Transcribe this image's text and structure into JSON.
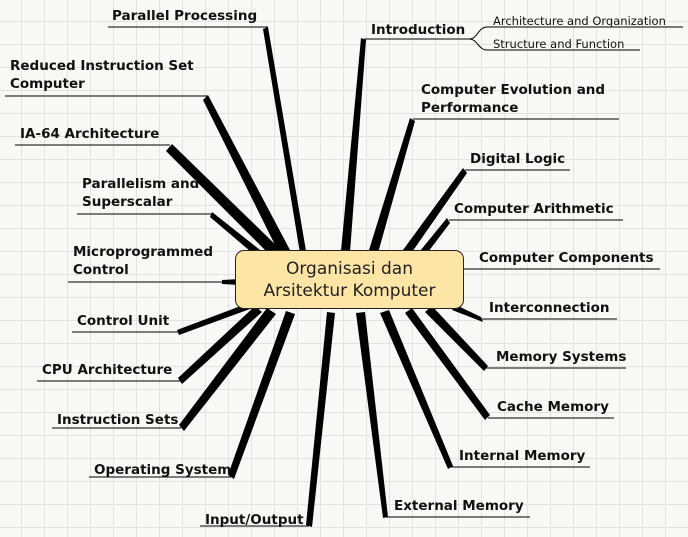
{
  "central_topic": {
    "line1": "Organisasi dan",
    "line2": "Arsitektur Komputer"
  },
  "topics": {
    "parallel_processing": "Parallel Processing",
    "risc_line1": "Reduced Instruction Set",
    "risc_line2": "Computer",
    "ia64": "IA-64 Architecture",
    "parallelism_line1": "Parallelism and",
    "parallelism_line2": "Superscalar",
    "micro_line1": "Microprogrammed",
    "micro_line2": "Control",
    "control_unit": "Control Unit",
    "cpu_architecture": "CPU Architecture",
    "instruction_sets": "Instruction Sets",
    "operating_system": "Operating System",
    "input_output": "Input/Output",
    "introduction": "Introduction",
    "evolution_line1": "Computer Evolution and",
    "evolution_line2": "Performance",
    "digital_logic": "Digital Logic",
    "computer_arithmetic": "Computer Arithmetic",
    "computer_components": "Computer Components",
    "interconnection": "Interconnection",
    "memory_systems": "Memory Systems",
    "cache_memory": "Cache Memory",
    "internal_memory": "Internal Memory",
    "external_memory": "External Memory"
  },
  "subtopics": {
    "architecture_and_organization": "Architecture and Organization",
    "structure_and_function": "Structure and Function"
  },
  "colors": {
    "background": "#f8f8f6",
    "grid": "#e3e3e3",
    "central_fill": "#fde5a6",
    "branch": "#000000"
  }
}
